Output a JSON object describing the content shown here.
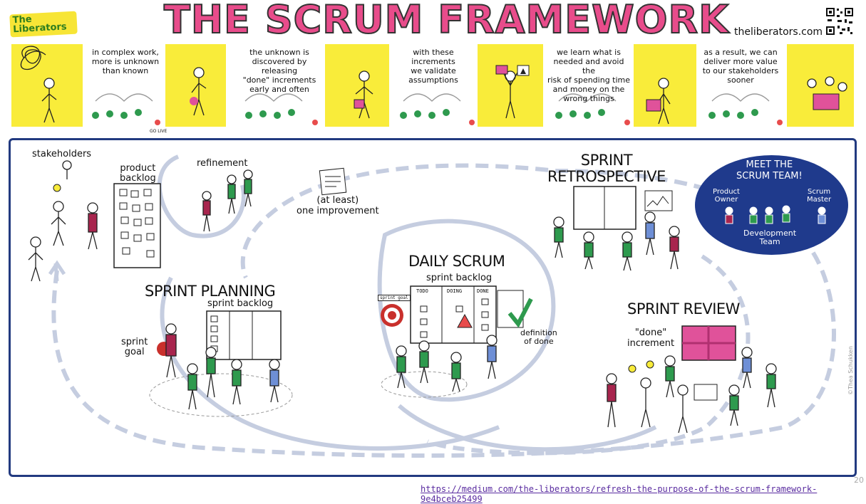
{
  "header": {
    "logo_line1": "The",
    "logo_line2": "Liberators",
    "title": "THE SCRUM FRAMEWORK",
    "website": "theliberators.com"
  },
  "strip": {
    "captions": [
      "in complex work,\nmore is unknown\nthan known",
      "the unknown is\ndiscovered by releasing\n\"done\" increments\nearly and often",
      "with these increments\nwe validate\nassumptions",
      "we learn what is\nneeded and avoid the\nrisk of spending time\nand money on the\nwrong things",
      "as a result, we can\ndeliver more value\nto our stakeholders\nsooner"
    ],
    "go_live": "GO LIVE"
  },
  "diagram": {
    "stakeholders": "stakeholders",
    "product_backlog": "product\nbacklog",
    "refinement": "refinement",
    "improvement": "(at least)\none improvement",
    "sprint_retrospective": "SPRINT\nRETROSPECTIVE",
    "sprint_planning": "SPRINT PLANNING",
    "planning_backlog": "sprint backlog",
    "sprint_goal": "sprint\ngoal",
    "daily_scrum": "DAILY SCRUM",
    "daily_backlog": "sprint backlog",
    "daily_goal_tag": "sprint goal",
    "col_todo": "TODO",
    "col_doing": "DOING",
    "col_done": "DONE",
    "definition_of_done": "definition\nof done",
    "sprint_review": "SPRINT REVIEW",
    "done_increment": "\"done\"\nincrement"
  },
  "team": {
    "heading": "MEET THE\nSCRUM TEAM!",
    "product_owner": "Product\nOwner",
    "scrum_master": "Scrum\nMaster",
    "development_team": "Development\nTeam"
  },
  "footer": {
    "link": "https://medium.com/the-liberators/refresh-the-purpose-of-the-scrum-framework-9e4bceb25499",
    "page": "20",
    "credit": "©Thea Schukken"
  },
  "colors": {
    "title_pink": "#e84c8b",
    "highlight_yellow": "#f9ec3a",
    "frame_blue": "#223a80",
    "cycle_grey": "#c5cde0",
    "person_green": "#2e9a4e",
    "person_red": "#a8254e",
    "person_blue": "#6e8fd6",
    "review_pink": "#e0529a"
  }
}
